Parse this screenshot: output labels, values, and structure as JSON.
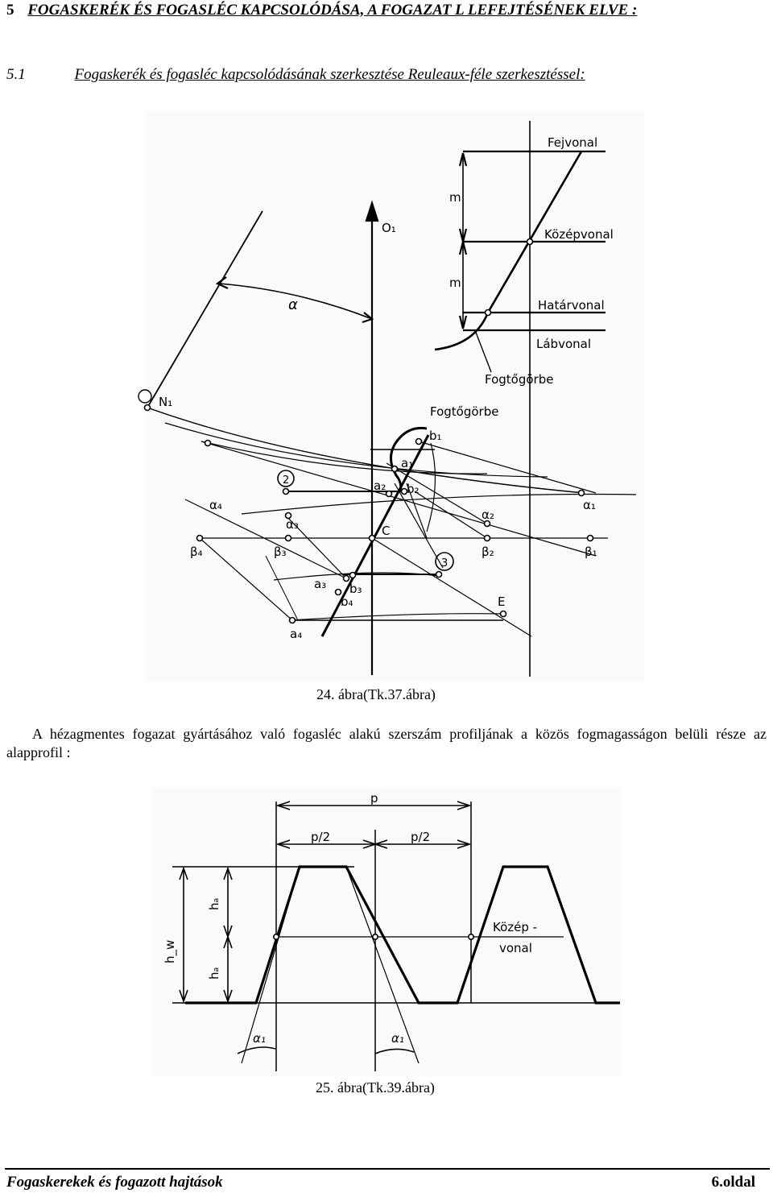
{
  "header": {
    "section_number": "5",
    "section_title": "FOGASKERÉK ÉS FOGASLÉC KAPCSOLÓDÁSA, A FOGAZAT L LEFEJTÉSÉNEK ELVE :",
    "subsection_number": "5.1",
    "subsection_title": "Fogaskerék és fogasléc kapcsolódásának szerkesztése Reuleaux-féle szerkesztéssel:"
  },
  "figure24": {
    "caption": "24. ábra(Tk.37.ábra)",
    "labels": {
      "fejvonal": "Fejvonal",
      "kozepvonal": "Középvonal",
      "hatarvonal": "Határvonal",
      "labvonal": "Lábvonal",
      "fogtogorbe_top": "Fogtőgörbe",
      "fogtogorbe_mid": "Fogtőgörbe",
      "m_upper": "m",
      "m_lower": "m",
      "o1": "O₁",
      "alpha": "α",
      "n1": "N₁",
      "b1": "b₁",
      "a1": "a₁",
      "a2": "a₂",
      "b2": "b₂",
      "c": "C",
      "circle2": "2",
      "circle3": "3",
      "alpha1": "α₁",
      "alpha2": "α₂",
      "alpha3": "α₃",
      "alpha4": "α₄",
      "beta1": "β₁",
      "beta2": "β₂",
      "beta3": "β₃",
      "beta4": "β₄",
      "a3": "a₃",
      "b3": "b₃",
      "b4": "b₄",
      "a4": "a₄",
      "e": "E"
    }
  },
  "paragraph": "A hézagmentes fogazat gyártásához való fogasléc alakú szerszám profiljának a közös fogmagasságon belüli része az alapprofil :",
  "figure25": {
    "caption": "25. ábra(Tk.39.ábra)",
    "labels": {
      "p": "p",
      "p_half_left": "p/2",
      "p_half_right": "p/2",
      "ha_upper": "hₐ",
      "ha_lower": "hₐ",
      "hw": "h_w",
      "kozep": "Közép -",
      "vonal": "vonal",
      "alpha1_left": "α₁",
      "alpha1_right": "α₁"
    }
  },
  "footer": {
    "left": "Fogaskerekek és fogazott hajtások",
    "right": "6.oldal"
  }
}
